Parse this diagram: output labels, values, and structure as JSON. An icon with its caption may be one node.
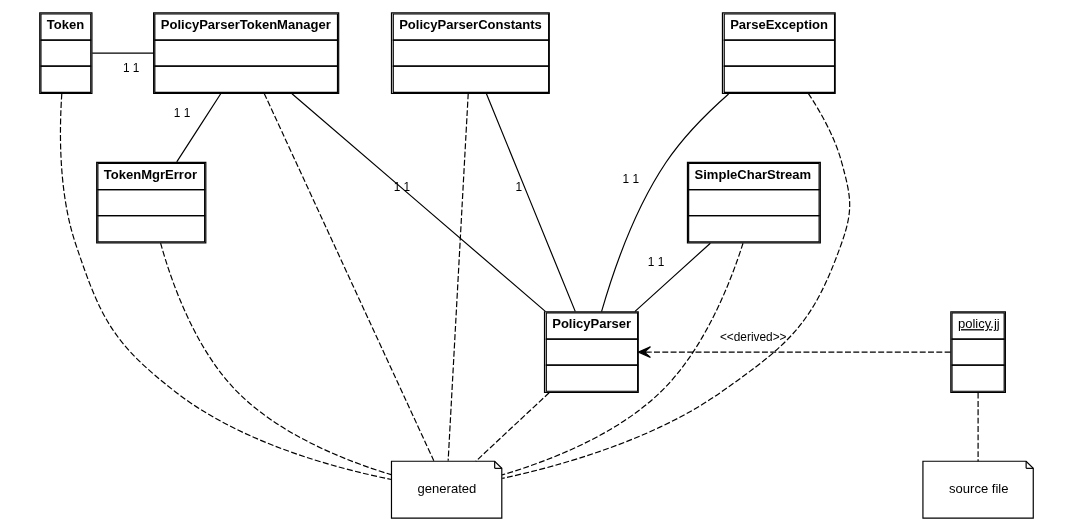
{
  "diagram": {
    "nodes": [
      {
        "text": [
          "Token"
        ]
      },
      {
        "text": [
          "PolicyParserTokenManager"
        ]
      },
      {
        "text": [
          "PolicyParserConstants"
        ]
      },
      {
        "text": [
          "ParseException"
        ]
      },
      {
        "text": [
          "PolicyParser"
        ]
      },
      {
        "text": [
          "policy.jj"
        ]
      },
      {
        "text": [
          "TokenMgrError"
        ]
      },
      {
        "text": [
          "SimpleCharStream"
        ]
      },
      {
        "text": [
          "generated"
        ]
      },
      {
        "text": [
          "source file"
        ]
      }
    ],
    "edges": [
      {
        "from": 0,
        "to": 1,
        "arrow": "none",
        "label": "1 1"
      },
      {
        "from": 1,
        "to": 4,
        "arrow": "none",
        "label": "1 1"
      },
      {
        "from": 2,
        "to": 4,
        "arrow": "none",
        "label": "1"
      },
      {
        "from": 3,
        "to": 4,
        "arrow": "none",
        "label": "1 1"
      },
      {
        "from": 1,
        "to": 6,
        "arrow": "none",
        "label": "1 1"
      },
      {
        "from": 7,
        "to": 4,
        "arrow": "none",
        "label": "1 1"
      },
      {
        "from": 5,
        "to": 4,
        "arrow": "to",
        "style": "dashed",
        "label": "<<derived>>"
      },
      {
        "from": 0,
        "to": 8,
        "arrow": "none",
        "style": "dashed"
      },
      {
        "from": 1,
        "to": 8,
        "arrow": "none",
        "style": "dashed"
      },
      {
        "from": 2,
        "to": 8,
        "arrow": "none",
        "style": "dashed"
      },
      {
        "from": 3,
        "to": 8,
        "arrow": "none",
        "style": "dashed"
      },
      {
        "from": 4,
        "to": 8,
        "arrow": "none",
        "style": "dashed"
      },
      {
        "from": 6,
        "to": 8,
        "arrow": "none",
        "style": "dashed"
      },
      {
        "from": 7,
        "to": 8,
        "arrow": "none",
        "style": "dashed"
      },
      {
        "from": 5,
        "to": 9,
        "arrow": "none",
        "style": "dashed"
      }
    ]
  }
}
